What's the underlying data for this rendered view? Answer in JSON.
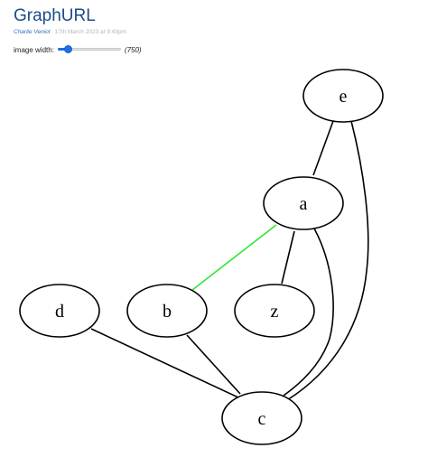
{
  "header": {
    "title": "GraphURL",
    "author": "Charlie Veniot",
    "date": "17th March 2023 at 9:43pm"
  },
  "controls": {
    "image_width_label": "image width:",
    "image_width_value": "(750)",
    "slider_fraction": 0.12
  },
  "graph": {
    "nodes": [
      {
        "id": "e",
        "label": "e"
      },
      {
        "id": "a",
        "label": "a"
      },
      {
        "id": "d",
        "label": "d"
      },
      {
        "id": "b",
        "label": "b"
      },
      {
        "id": "z",
        "label": "z"
      },
      {
        "id": "c",
        "label": "c"
      }
    ],
    "edges": [
      {
        "from": "e",
        "to": "a",
        "color": "#000000"
      },
      {
        "from": "e",
        "to": "c",
        "color": "#000000"
      },
      {
        "from": "a",
        "to": "b",
        "color": "#2ee636"
      },
      {
        "from": "a",
        "to": "z",
        "color": "#000000"
      },
      {
        "from": "a",
        "to": "c",
        "color": "#000000"
      },
      {
        "from": "d",
        "to": "c",
        "color": "#000000"
      },
      {
        "from": "b",
        "to": "c",
        "color": "#000000"
      }
    ]
  },
  "colors": {
    "title": "#1a4b8c",
    "author_link": "#2a6fbd",
    "slider_accent": "#1f6fe5",
    "highlight_edge": "#2ee636"
  }
}
